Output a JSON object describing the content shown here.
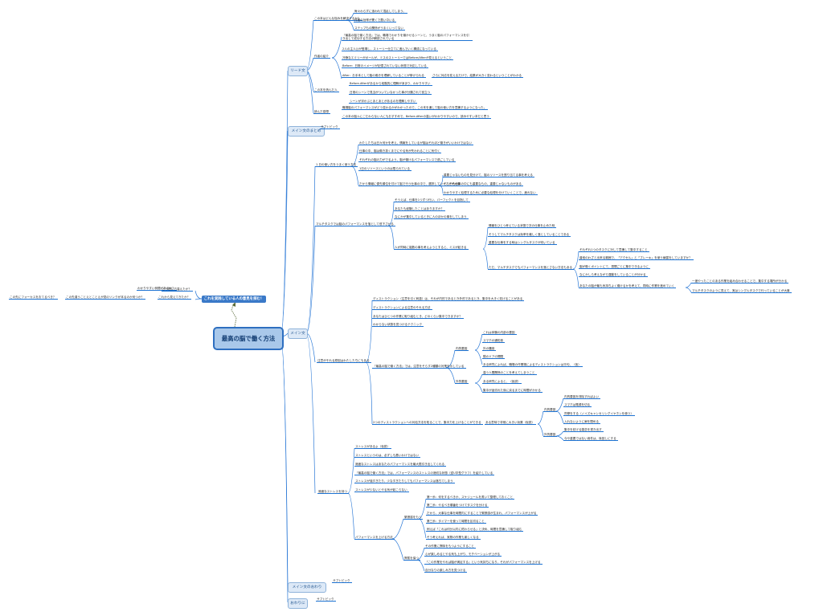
{
  "central": "最高の脳で働く方法",
  "callout": "これを実践している人の意見を探む！",
  "callout_chain": {
    "c1": "わかりやすい例題があるか？",
    "c2": "どう思い方違えたか？",
    "c3": "これから見えてきたか？",
    "c4": "この先達うことえとことえが見のソンクが本るのか何つか？",
    "c5": "この先にフォーカスをおてるべき？"
  },
  "branches": {
    "lead": "リード文",
    "summary": "メイン文のまとめ",
    "main": "メイン文",
    "main_outro": "メイン文のおわり",
    "outro": "おわりに"
  },
  "lead": {
    "q1": "この本はどんな悩みを解決するか？",
    "q1a": "毎々わらずに追われて混乱してしまう。",
    "q1b": "作業の効率が驚くで悪い中いる",
    "q1c": "ステップもの関係がうまくいってない",
    "author_title": "作者の紹介",
    "a1": "『最高の脳で働く方法』では、職場でわかりを働かせるシーンと、うまく脳のパフォーマンスを引き出して成功する方法が解説されている",
    "a2": "2人の主人公が登場し、ストーリー仕立てに進んでいく構成になっている",
    "a3": "冷静なエミリーがポールが、ミスのストーリーではBefore/Afterが見えるということ",
    "a4": "Before：日常のイメージが記憶されていない状態で対応している",
    "a5": "After：お手本として脳の働きを理解していることが挙げられる",
    "a5b": "さらに対応を変えるだけで、結果が大きく変わるということがわかる",
    "reader_title": "この本を読んだ人",
    "r1": "Before-Afterがあるから段階的に理解が深まり、わかりやすい",
    "r2": "日常のシーンで見当がついていなかった事が分類されて役立つ",
    "r3": "シーンが浮かぶとあとあとがあるのを理解しやすい",
    "sum_title": "読んだ感想",
    "s1": "職場脳のパフォーマンスがどう変わるかがわかったので、この本を通して脳の使い方を意識するようになった。",
    "s2": "この本の脳ルにこだわらない人にもおすすめで、Before-Afterの違いがわかりやすいので、読みやすい本だと思う"
  },
  "summary": {
    "s1": "サブトピック"
  },
  "main": {
    "m1": "1 日の使い方をうまく使う方法",
    "m1a": "わたしたちは日々何かを考え、情報をしているが脳はそれほど働きがいいわけではない",
    "m1b": "仕事の中、脳は働き抜くまでにやる気が失われることに気付く",
    "m1c": "それぞれの脳の力がでるよう、脳が働けるパフォーマンスで過ごしている",
    "m1d": "1日のリソースというのは限られている",
    "m1e": "だから情報に優先順位を付けて脳で行う仕事の中で、選択していくことが大事",
    "m1e1": "重要じゃないものを見分けて、脳のリソースを割り当てる事を考える",
    "m1e2": "そもそも仕事の中にも重要なもの、重要じゃないものがある",
    "m1e3": "わかりやすく処理するために必要な処理を分けていくことで、疲れない",
    "m2": "マルチタスクでは脳のパフォーマンスを落として低下させる",
    "m2a": "そうえば、仕事を1つずつ行い、パーフェクトを目指して",
    "m2b": "あなたも経験したことはありますか？",
    "m2c": "なにかが集中しているときに人のほかの事をしてしまう",
    "m2d": "人が同時に複数の事を考えようとすると、ミスが起きる",
    "m2d1": "情報をひとつ考えている状態で次の仕事を止めた時",
    "m2d2": "そうしてマルチタスクは効率を著しく落としていることである",
    "m2d3": "重要な仕事をする時はシングルタスクが向いている",
    "m2d4": "ただ、マルチタスクでもパフォーマンスを落とさない方法もある",
    "m2d4a": "それぞれ1つのタスクに対して意識して集中すること",
    "m2d4b": "普段のわざと出来る範囲で、「アクセル」と「ブレーキ」を使う練習をしていますか？",
    "m2d4c": "脳が働くポイントにて、週間ごとに集中できるように",
    "m2d4d": "なにかしら考えながら運動をしていることが分かる",
    "m2d4e": "あなたの脳が最も気持ちよく働けるかを考えて、同時に作業を進めていく",
    "m2d4e1": "一度やったことのある作業を組み合わせることで、集中する場所が分かる",
    "m2d4e2": "マルチタスクのように見えて、実はシングルタスクで行っていることが大事",
    "m3": "注意がそれる原因はわたしたちにもある",
    "m3a": "ディストラクション（注意を引く刺激）は、それが内的であるとき外的であるとき、集中を大きく妨げることがある",
    "m3b": "ディストラクションによる注意のそれる方法",
    "m3c": "あなたはひとつの作業に取り組むとき、どのくらい集中できますか？",
    "m3d": "わからない状態を見つけるテクニック",
    "m3e": "『最高の脳で働く方法』では、注意をそらす2種類の対策を示している",
    "m3e_int": "内的要因",
    "m3e_int1": "これは体験の内部の要因",
    "m3e_int2": "スマホの通知音",
    "m3e_int3": "外の騒音",
    "m3e_int4": "隣のドアの開閉",
    "m3e_int5": "ある研究によれば、職場の作業場によるディストラクションは平均、（仮）",
    "m3e_ext": "外的要因",
    "m3e_ext1": "違う人間関係のことを考えてしまうこと",
    "m3e_ext2": "ある研究によると、（仮説）",
    "m3e_ext3": "集中が途切れた後に戻るまでに時間がかかる",
    "m3f": "2つのディストラクションへの対処方法を知ることで、集中力を上げることができる",
    "m3f1": "ある意味で非常に大きい効果（仮説）",
    "m3f1_int": "内的要因",
    "m3f1_int1": "内的要因を排除すればよい",
    "m3f1_int2": "スマホは電源を切る",
    "m3f1_int3": "同僚をする（ノイズキャンセリングイヤホンを使う）",
    "m3f1_int4": "入れないように扉を閉める",
    "m3f1_ext": "外的要因",
    "m3f1_ext1": "集中を妨げる雑念を書き出す",
    "m3f1_ext2": "今や重要ではない用件は、後回しにする",
    "m4": "適度なストレスを持つ",
    "m4a": "ストレスがあるよ（仮説）",
    "m4b": "ストレスというのは、必ずしも悪いわけではない",
    "m4c": "適度なストレスはあなたのパフォーマンスを最大限引き出してくれる",
    "m4d": "『最高の脳で働く方法』では、パフォーマンスのストレスの適切な状態（逆U字型グラフ）を紹介している",
    "m4e": "ストレスが強すぎたり、少なすぎたりしてもパフォーマンスは落ちてしまう",
    "m4f": "ストレスが少ないとやる気が起こらない",
    "m4g": "パフォーマンスを上げる方法",
    "m4g_a": "緊張感をもつ",
    "m4g_a1": "第一歩：何をするべきか、スケジュールを書いて整理しておくこと",
    "m4g_a2": "第二歩：やるべき順番をつけてタスクを分ける",
    "m4g_a3": "だから、大事な仕事を時間内にすることで緊張感が生まれ、パフォーマンスが上がる",
    "m4g_a4": "第三歩：タイマーを使って時間を区切ること",
    "m4g_a5": "例えば「これは何分以内に終わらせる」と決め、時間を意識して取り組む",
    "m4g_a6": "そう考えれば、実際の作業も楽しくなる",
    "m4g_b": "興奮を保つ",
    "m4g_b1": "その作業に興味をもつようにすること",
    "m4g_b2": "心が楽しめるとやる気も上がり、モチベーションが上がる",
    "m4g_b3": "「この作業をやれば脳が満足する」という気持ちになり、それがパフォーマンスを上げる",
    "m4g_b4": "自分なりの楽しみ方を見つける"
  },
  "main_outro": {
    "o1": "サブトピック"
  },
  "outro": {
    "o1": "サブトピック"
  }
}
